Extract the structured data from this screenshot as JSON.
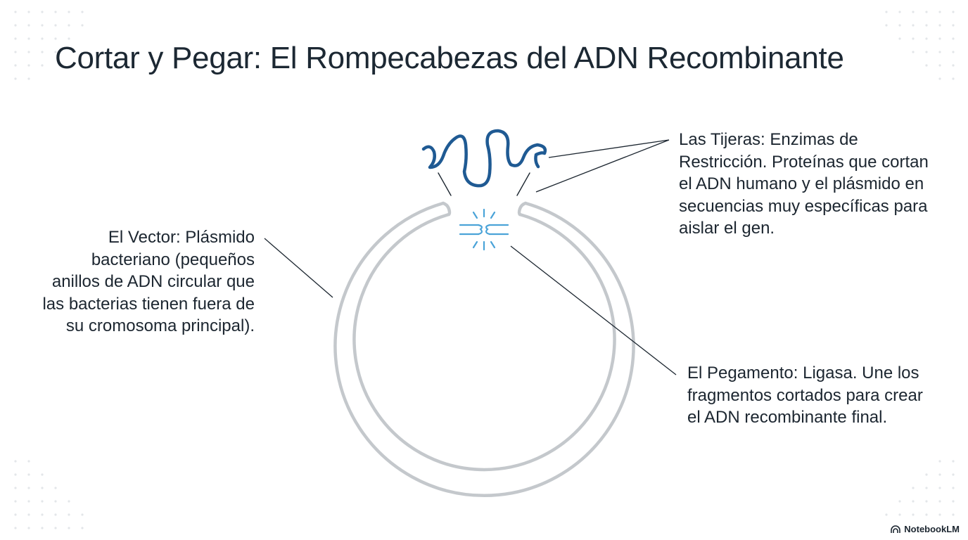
{
  "title": "Cortar y Pegar: El Rompecabezas del ADN Recombinante",
  "labels": {
    "vector": "El Vector: Plásmido bacteriano (pequeños anillos de ADN circular que las bacterias tienen fuera de su cromosoma principal).",
    "scissors": "Las Tijeras: Enzimas de Restricción. Proteínas que cortan el ADN humano y el plásmido en secuencias muy específicas para aislar el gen.",
    "glue": "El Pegamento: Ligasa. Une los fragmentos cortados para crear el ADN recombinante final."
  },
  "brand": {
    "name": "NotebookLM",
    "icon": "notebooklm-logo-icon"
  },
  "colors": {
    "plasmid_ring": "#c4c8cc",
    "gene_strand": "#1f5a93",
    "ligase_spark": "#4aa3d8",
    "leader_line": "#1c2630",
    "dot_pattern": "#e3e6e9"
  }
}
